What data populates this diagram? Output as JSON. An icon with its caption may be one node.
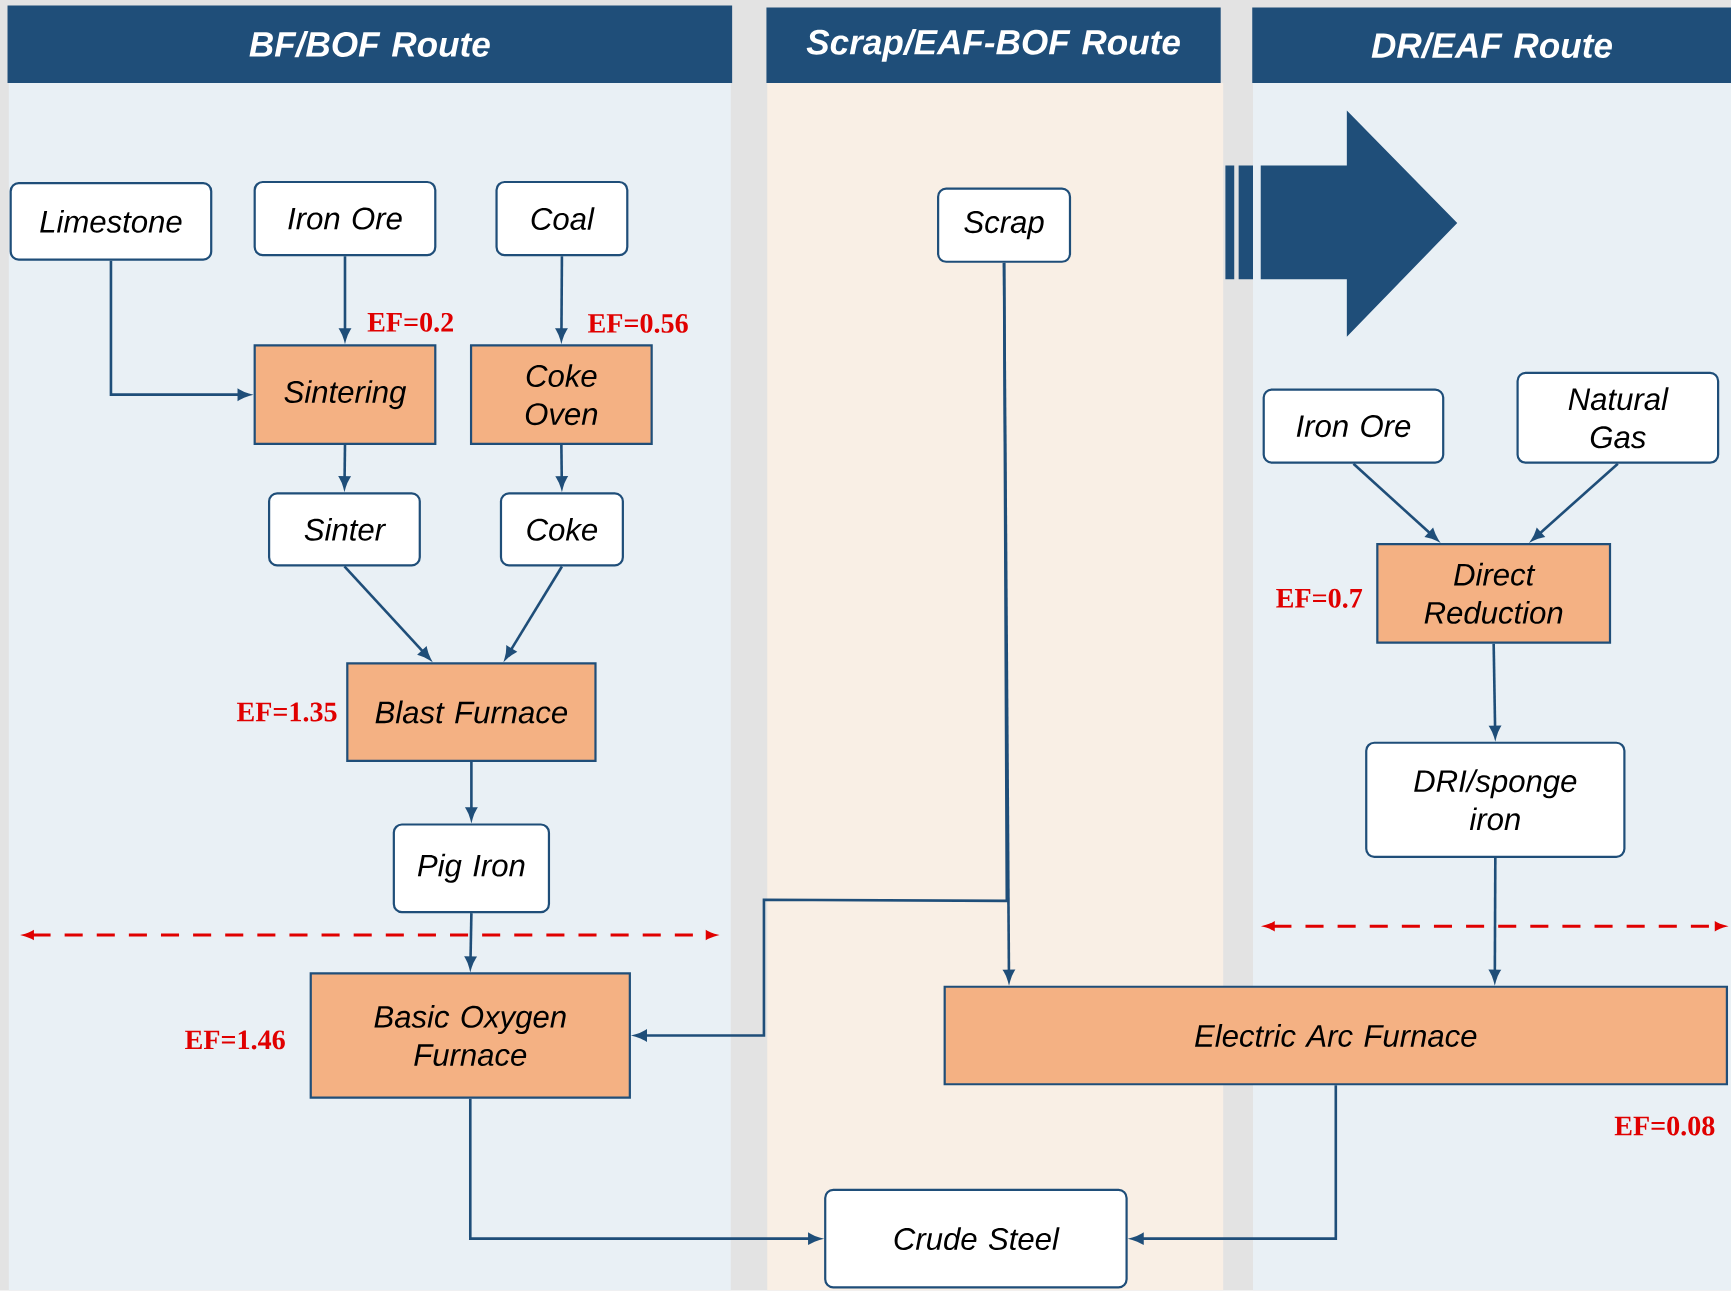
{
  "diagram": {
    "nodes": [
      {
        "text": [
          "BF/BOF Route"
        ]
      },
      {
        "text": [
          "Scrap/EAF-BOF Route"
        ]
      },
      {
        "text": [
          "DR/EAF Route"
        ]
      },
      {
        "text": [
          "Limestone"
        ]
      },
      {
        "text": [
          "Iron Ore"
        ]
      },
      {
        "text": [
          "Coal"
        ]
      },
      {
        "text": [
          "Sintering"
        ],
        "beside": [
          "EF=0.2"
        ]
      },
      {
        "text": [
          "Coke Oven"
        ],
        "beside": [
          "EF=0.56"
        ]
      },
      {
        "text": [
          "Sinter"
        ]
      },
      {
        "text": [
          "Coke"
        ]
      },
      {
        "text": [
          "Blast Furnace"
        ],
        "beside": [
          "EF=1.35"
        ]
      },
      {
        "text": [
          "Pig Iron"
        ]
      },
      {
        "text": [
          "Basic Oxygen Furnace"
        ],
        "beside": [
          "EF=1.46"
        ]
      },
      {
        "text": [
          "Scrap"
        ]
      },
      {
        "text": [
          "Iron Ore"
        ]
      },
      {
        "text": [
          "Natural Gas"
        ]
      },
      {
        "text": [
          "Direct Reduction"
        ],
        "beside": [
          "EF=0.7"
        ]
      },
      {
        "text": [
          "DRI/sponge iron"
        ]
      },
      {
        "text": [
          "Electric Arc Furnace"
        ],
        "beside": [
          "EF=0.08"
        ]
      },
      {
        "text": [
          "Crude Steel"
        ]
      }
    ],
    "edges": [
      {
        "from": 3,
        "to": 6,
        "arrow": "to"
      },
      {
        "from": 4,
        "to": 6,
        "arrow": "to"
      },
      {
        "from": 5,
        "to": 7,
        "arrow": "to"
      },
      {
        "from": 6,
        "to": 8,
        "arrow": "to"
      },
      {
        "from": 7,
        "to": 9,
        "arrow": "to"
      },
      {
        "from": 8,
        "to": 10,
        "arrow": "to"
      },
      {
        "from": 9,
        "to": 10,
        "arrow": "to"
      },
      {
        "from": 10,
        "to": 11,
        "arrow": "to"
      },
      {
        "from": 11,
        "to": 12,
        "arrow": "to"
      },
      {
        "from": 13,
        "to": 18,
        "arrow": "to"
      },
      {
        "from": 13,
        "to": 12,
        "arrow": "to"
      },
      {
        "from": 12,
        "to": 19,
        "arrow": "to"
      },
      {
        "from": 18,
        "to": 19,
        "arrow": "to"
      },
      {
        "from": 14,
        "to": 16,
        "arrow": "to"
      },
      {
        "from": 15,
        "to": 16,
        "arrow": "to"
      },
      {
        "from": 16,
        "to": 17,
        "arrow": "to"
      },
      {
        "from": 17,
        "to": 18,
        "arrow": "to"
      }
    ]
  }
}
